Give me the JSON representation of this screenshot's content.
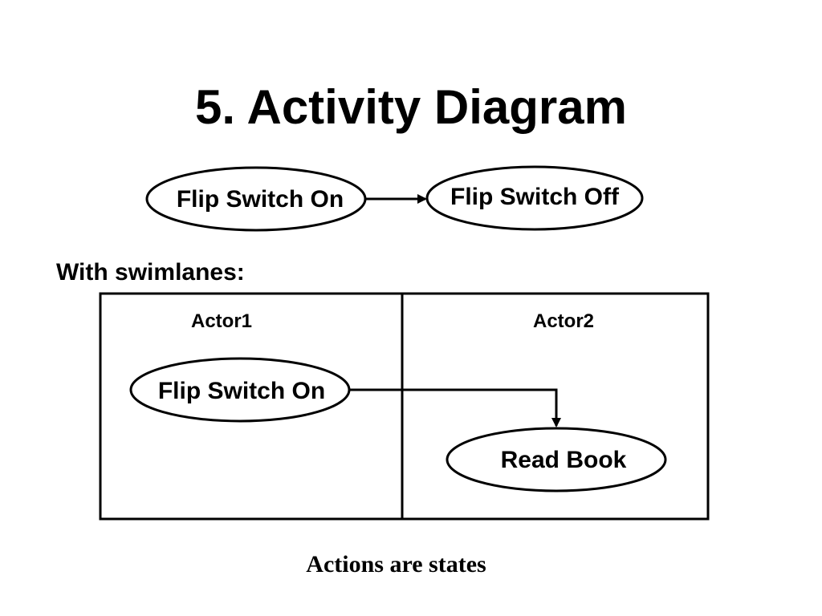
{
  "slide": {
    "title": "5. Activity Diagram",
    "subtitle": "With swimlanes:",
    "caption": "Actions are states"
  },
  "simple_flow": {
    "from": "Flip Switch On",
    "to": "Flip Switch Off"
  },
  "swimlanes": {
    "lanes": [
      {
        "name": "Actor1",
        "actions": [
          "Flip Switch On"
        ]
      },
      {
        "name": "Actor2",
        "actions": [
          "Read Book"
        ]
      }
    ],
    "transition": {
      "from": "Flip Switch On",
      "to": "Read Book"
    }
  },
  "colors": {
    "stroke": "#000000",
    "background": "#ffffff",
    "text": "#000000"
  }
}
